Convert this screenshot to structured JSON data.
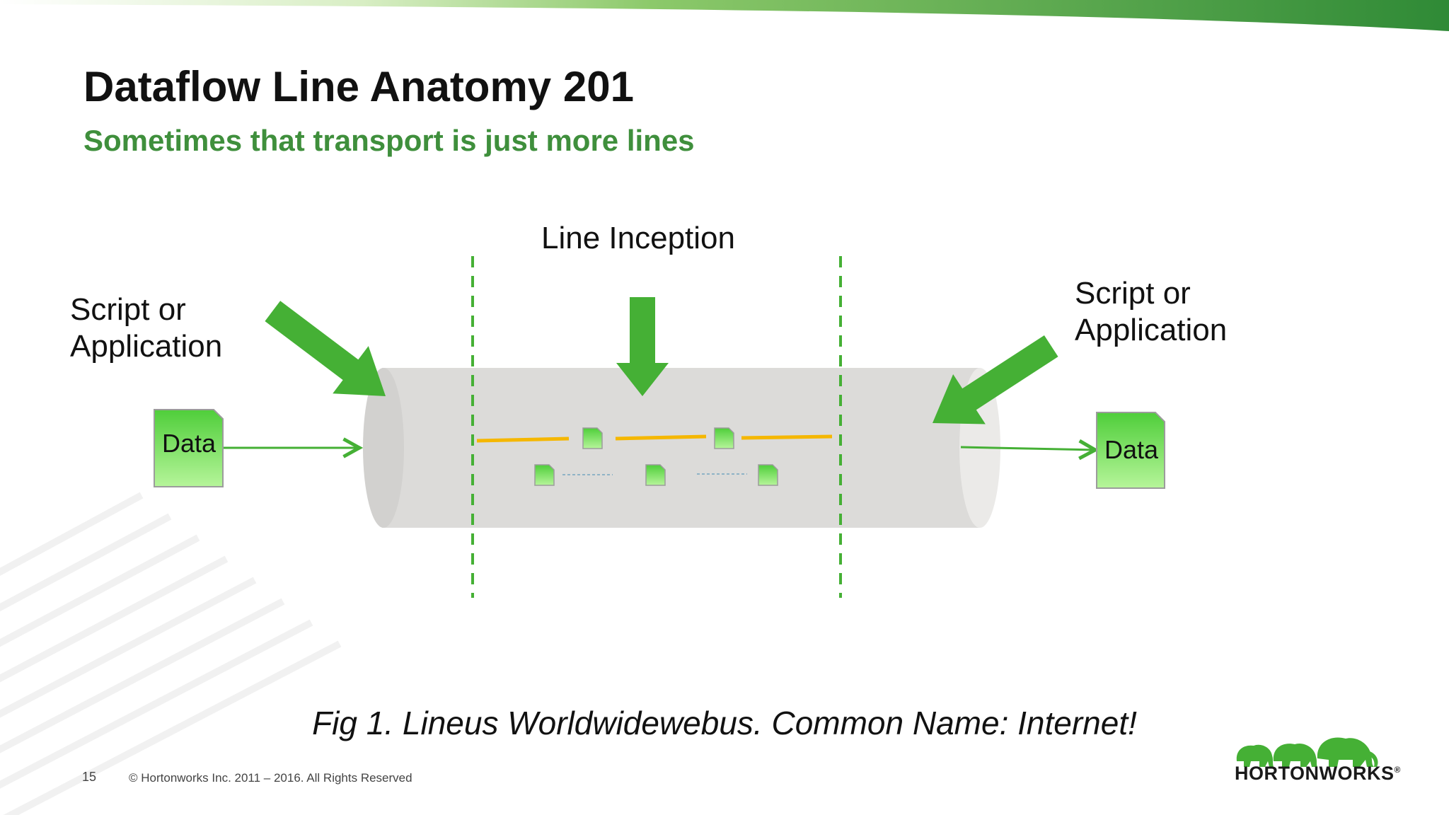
{
  "slide": {
    "title": "Dataflow Line Anatomy 201",
    "subtitle": "Sometimes that transport is just more lines",
    "caption": "Fig 1.  Lineus Worldwidewebus. Common Name: Internet!",
    "page_number": "15",
    "copyright": "© Hortonworks Inc. 2011 – 2016. All Rights Reserved",
    "logo_text": "HORTONWORKS",
    "logo_mark": "®"
  },
  "diagram": {
    "left_source_label": [
      "Script or",
      "Application"
    ],
    "right_source_label": [
      "Script or",
      "Application"
    ],
    "center_label": "Line Inception",
    "left_data_label": "Data",
    "right_data_label": "Data"
  },
  "colors": {
    "accent_green": "#3f8f3c",
    "arrow_green": "#45b035",
    "doc_green": "#7fdc55",
    "pipe_gray": "#dcdbd9",
    "inner_line_yellow": "#f5b700"
  },
  "icons": [
    "arrow-icon",
    "document-icon",
    "elephant-icon"
  ]
}
